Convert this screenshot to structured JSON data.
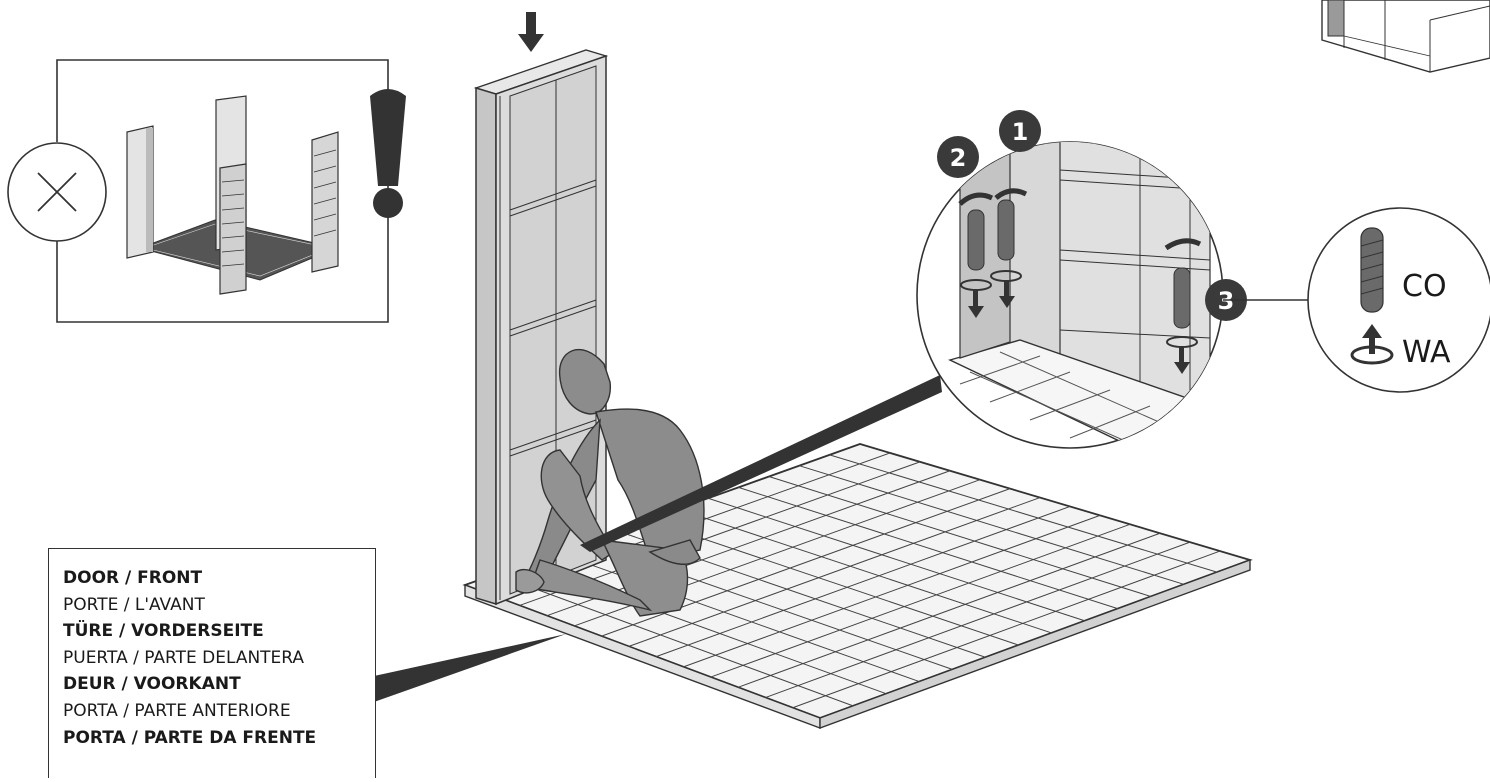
{
  "callouts": {
    "step1": "1",
    "step2": "2",
    "step3": "3",
    "co_label": "CO",
    "wa_label": "WA"
  },
  "legend": {
    "lines": [
      {
        "text": "DOOR / FRONT",
        "bold": true
      },
      {
        "text": "PORTE / L'AVANT",
        "bold": false
      },
      {
        "text": "TÜRE / VORDERSEITE",
        "bold": true
      },
      {
        "text": "PUERTA / PARTE DELANTERA",
        "bold": false
      },
      {
        "text": "DEUR / VOORKANT",
        "bold": true
      },
      {
        "text": "PORTA / PARTE ANTERIORE",
        "bold": false
      },
      {
        "text": "PORTA / PARTE DA FRENTE",
        "bold": true
      }
    ]
  },
  "colors": {
    "line": "#333333",
    "panel": "#d4d4d4",
    "panel_dark": "#a8a8a8",
    "figure": "#8a8a8a",
    "badge": "#3a3a3a",
    "floor": "#f2f2f2"
  },
  "icons": [
    "cross-circle-icon",
    "warning-exclamation-icon",
    "down-arrow-icon",
    "rotate-arrow-icon"
  ]
}
